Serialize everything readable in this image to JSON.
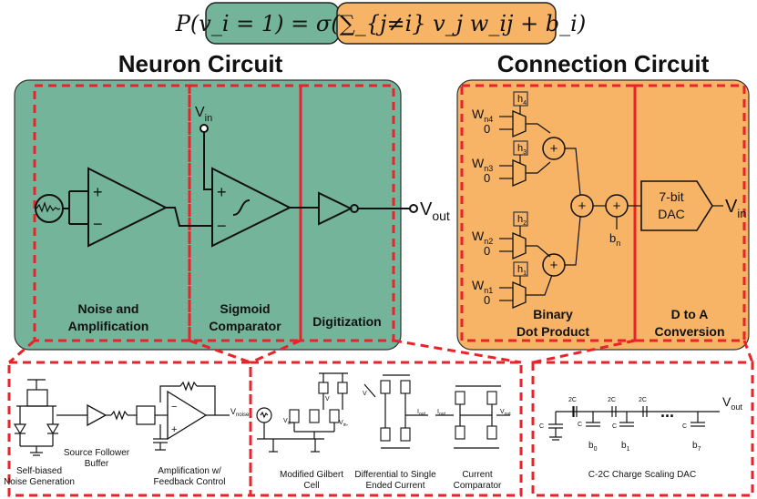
{
  "equation": {
    "text": "P(v_i = 1) = σ(∑_{j≠i} v_j w_ij + b_i)"
  },
  "neuron": {
    "title": "Neuron Circuit",
    "vin": "V",
    "vin_sub": "in",
    "vout": "V",
    "vout_sub": "out",
    "blocks": [
      {
        "line1": "Noise and",
        "line2": "Amplification"
      },
      {
        "line1": "Sigmoid",
        "line2": "Comparator"
      },
      {
        "line1": "Digitization",
        "line2": ""
      }
    ]
  },
  "connection": {
    "title": "Connection Circuit",
    "inputs": [
      {
        "w": "W",
        "w_sub": "n4",
        "zero": "0",
        "h": "h",
        "h_sub": "4"
      },
      {
        "w": "W",
        "w_sub": "n3",
        "zero": "0",
        "h": "h",
        "h_sub": "3"
      },
      {
        "w": "W",
        "w_sub": "n2",
        "zero": "0",
        "h": "h",
        "h_sub": "2"
      },
      {
        "w": "W",
        "w_sub": "n1",
        "zero": "0",
        "h": "h",
        "h_sub": "1"
      }
    ],
    "plus": "+",
    "bias": "b",
    "bias_sub": "n",
    "dac_line1": "7-bit",
    "dac_line2": "DAC",
    "vin": "V",
    "vin_sub": "in",
    "blocks": [
      {
        "line1": "Binary",
        "line2": "Dot Product"
      },
      {
        "line1": "D to A",
        "line2": "Conversion"
      }
    ]
  },
  "detail": {
    "vnoise": "V",
    "vnoise_sub": "noise",
    "vin_plus": "V",
    "vin_plus_sub": "in+",
    "vin_minus": "V",
    "vin_minus_sub": "in-",
    "v_small": "V",
    "iout": "I",
    "iout_sub": "out",
    "iout2": "I",
    "iout2_sub": "out",
    "vout_small": "V",
    "vout_small_sub": "out",
    "cap_2c": "2C",
    "cap_c": "C",
    "b0": "b",
    "b0_sub": "0",
    "b1": "b",
    "b1_sub": "1",
    "b7": "b",
    "b7_sub": "7",
    "ellipsis": "...",
    "dac_vout": "V",
    "dac_vout_sub": "out",
    "captions": {
      "selfbiased_1": "Self-biased",
      "selfbiased_2": "Noise Generation",
      "follower_1": "Source Follower",
      "follower_2": "Buffer",
      "ampfb_1": "Amplification w/",
      "ampfb_2": "Feedback Control",
      "gilbert_1": "Modified Gilbert",
      "gilbert_2": "Cell",
      "diff_1": "Differential to Single",
      "diff_2": "Ended Current",
      "comp_1": "Current",
      "comp_2": "Comparator",
      "c2c": "C-2C Charge Scaling DAC"
    }
  },
  "colors": {
    "green": "#74b49b",
    "orange": "#f7b366",
    "red_dash": "#e8232a"
  }
}
